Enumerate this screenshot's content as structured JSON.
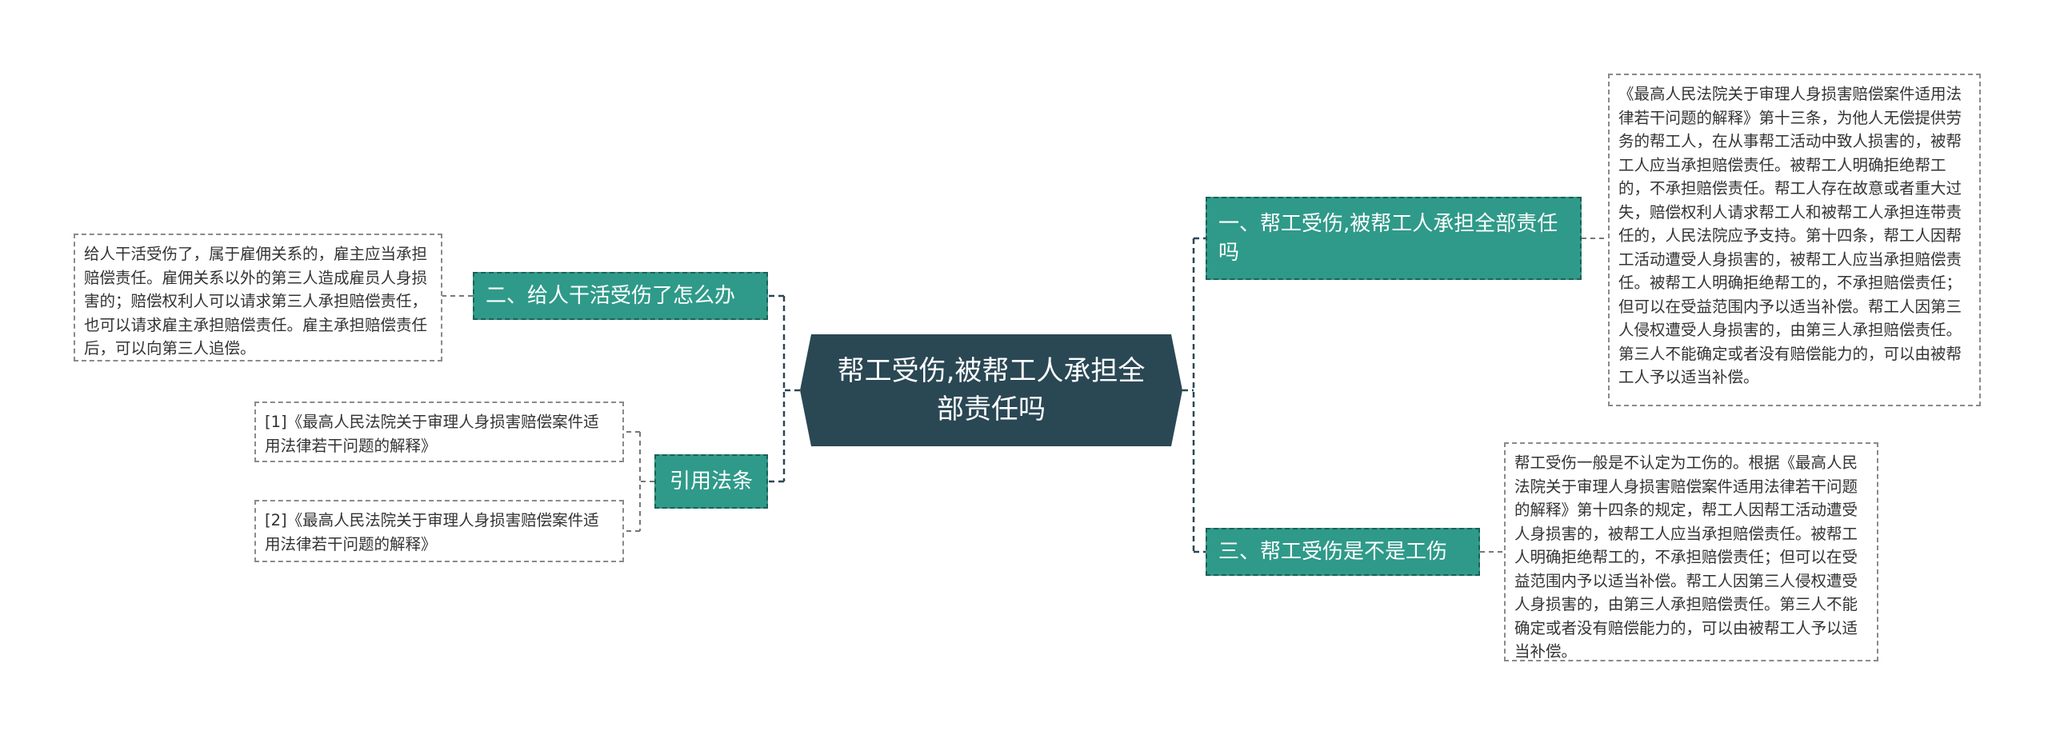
{
  "center": {
    "title": "帮工受伤,被帮工人承担全部责任吗"
  },
  "branches": {
    "b1": {
      "label": "一、帮工受伤,被帮工人承担全部责任吗",
      "text": "《最高人民法院关于审理人身损害赔偿案件适用法律若干问题的解释》第十三条，为他人无偿提供劳务的帮工人，在从事帮工活动中致人损害的，被帮工人应当承担赔偿责任。被帮工人明确拒绝帮工的，不承担赔偿责任。帮工人存在故意或者重大过失，赔偿权利人请求帮工人和被帮工人承担连带责任的，人民法院应予支持。第十四条，帮工人因帮工活动遭受人身损害的，被帮工人应当承担赔偿责任。被帮工人明确拒绝帮工的，不承担赔偿责任；但可以在受益范围内予以适当补偿。帮工人因第三人侵权遭受人身损害的，由第三人承担赔偿责任。第三人不能确定或者没有赔偿能力的，可以由被帮工人予以适当补偿。"
    },
    "b2": {
      "label": "二、给人干活受伤了怎么办",
      "text": "给人干活受伤了，属于雇佣关系的，雇主应当承担赔偿责任。雇佣关系以外的第三人造成雇员人身损害的；赔偿权利人可以请求第三人承担赔偿责任，也可以请求雇主承担赔偿责任。雇主承担赔偿责任后，可以向第三人追偿。"
    },
    "b3": {
      "label": "三、帮工受伤是不是工伤",
      "text": "帮工受伤一般是不认定为工伤的。根据《最高人民法院关于审理人身损害赔偿案件适用法律若干问题的解释》第十四条的规定，帮工人因帮工活动遭受人身损害的，被帮工人应当承担赔偿责任。被帮工人明确拒绝帮工的，不承担赔偿责任；但可以在受益范围内予以适当补偿。帮工人因第三人侵权遭受人身损害的，由第三人承担赔偿责任。第三人不能确定或者没有赔偿能力的，可以由被帮工人予以适当补偿。"
    },
    "b4": {
      "label": "引用法条",
      "refs": [
        "[1]《最高人民法院关于审理人身损害赔偿案件适用法律若干问题的解释》",
        "[2]《最高人民法院关于审理人身损害赔偿案件适用法律若干问题的解释》"
      ]
    }
  },
  "colors": {
    "center_fill": "#2a4754",
    "branch_fill": "#2f9a89",
    "connector": "#2a4754",
    "leaf_border": "#8a8a8a"
  }
}
